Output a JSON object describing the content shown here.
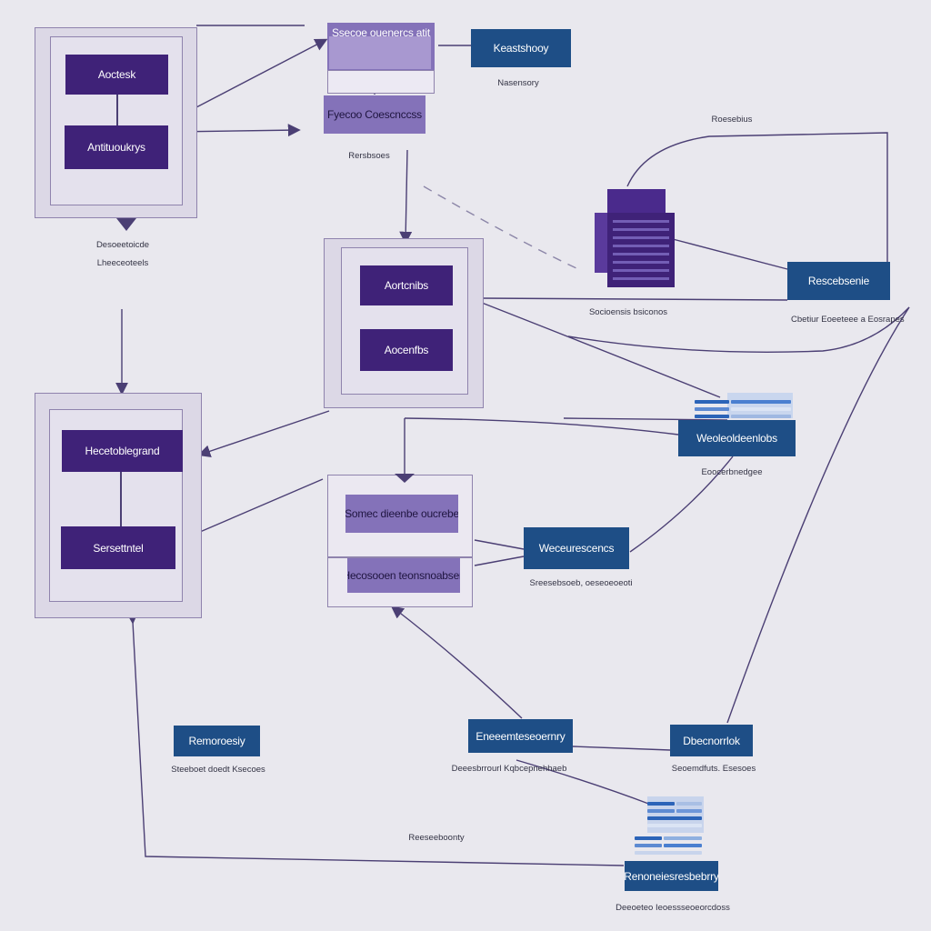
{
  "nodes": {
    "top_left_a": "Aoctesk",
    "top_left_b": "Antituoukrys",
    "top_center_header": "Ssecoe ouenercs atit",
    "top_center_sub": "Fyecoo Coescnccss",
    "top_right": "Keastshooy",
    "center_a": "Aortcnibs",
    "center_b": "Aocenfbs",
    "right_mid": "Rescebsenie",
    "left_mid_a": "Hecetoblegrand",
    "left_mid_b": "Sersettntel",
    "right_stack": "Weoleoldeenlobs",
    "mid_center_a": "Somec dieenbe oucrebe",
    "mid_center_b": "Hecosooen teonsnoabsen",
    "mid_right": "Weceurescencs",
    "bottom_left": "Remoroesiy",
    "bottom_center": "Eneeemteseoernry",
    "bottom_right": "Dbecnorrlok",
    "bottom_stack": "Renoneiesresbebrry"
  },
  "captions": {
    "top_right": "Nasensory",
    "top_center": "Rersbsoes",
    "far_right_top": "Roesebius",
    "top_left": "Desoeetoicde",
    "top_left_2": "Lheeceoteels",
    "right_mid": "Socioensis bsiconos",
    "far_right": "Cbetiur Eoeeteee a Eosrapes",
    "right_stack": "Eoocerbnedgee",
    "mid_right": "Sreesebsoeb, oeseoeoeoti",
    "bottom_left": "Steeboet doedt Ksecoes",
    "bottom_center": "Deeesbrrourl Kqbcepnehhaeb",
    "bottom_right": "Seoemdfuts. Esesoes",
    "bottom_mid": "Reeseeboonty",
    "bottom_stack": "Deeoeteo Ieoessseoeorcdoss"
  },
  "colors": {
    "background": "#e9e8ee",
    "dark_purple": "#3f2278",
    "lilac": "#8472b9",
    "navy_blue": "#1e4e86",
    "connector": "#4b3f74"
  },
  "icons": [
    "document-stack-icon",
    "document-stack-icon",
    "document-stack-icon",
    "arrow-down-icon"
  ]
}
